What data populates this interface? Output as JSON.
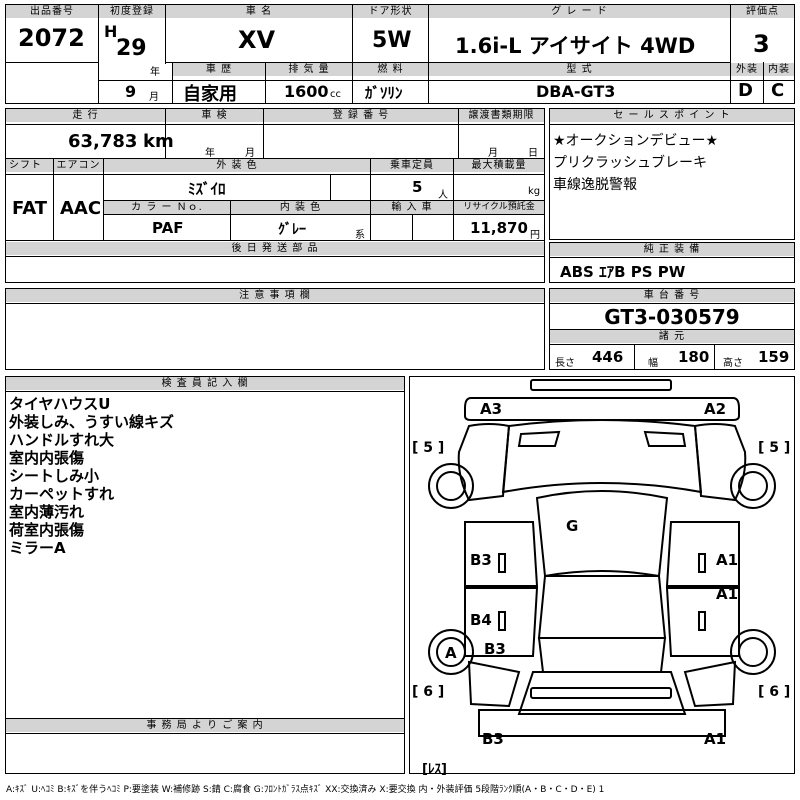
{
  "header": {
    "lot_label": "出品番号",
    "lot_no": "2072",
    "first_reg_label": "初度登録",
    "era": "H",
    "year": "29",
    "year_unit": "年",
    "month": "9",
    "month_unit": "月",
    "car_name_label": "車 名",
    "car_name": "XV",
    "door_label": "ドア形状",
    "door": "5W",
    "grade_label": "グ レ ー ド",
    "grade": "1.6i-L アイサイト 4WD",
    "score_label": "評価点",
    "score": "3",
    "history_label": "車 歴",
    "history": "自家用",
    "disp_label": "排 気 量",
    "disp": "1600",
    "disp_unit": "cc",
    "fuel_label": "燃 料",
    "fuel": "ｶﾞｿﾘﾝ",
    "model_label": "型 式",
    "model": "DBA-GT3",
    "ext_label": "外装",
    "ext": "D",
    "int_label": "内装",
    "int": "C"
  },
  "row2": {
    "mileage_label": "走 行",
    "mileage": "63,783",
    "mileage_unit": "km",
    "inspection_label": "車 検",
    "insp_year": "年",
    "insp_month": "月",
    "reg_label": "登 録 番 号",
    "transfer_label": "譲渡書類期限",
    "transfer_month": "月",
    "transfer_day": "日",
    "shift_label": "シフト",
    "shift": "FAT",
    "ac_label": "エアコン",
    "ac": "AAC",
    "ext_color_label": "外 装 色",
    "ext_color": "ﾐｽﾞｲﾛ",
    "seats_label": "乗車定員",
    "seats": "5",
    "seats_unit": "人",
    "load_label": "最大積載量",
    "load_unit": "kg",
    "color_no_label": "カ ラ ー Ｎｏ.",
    "color_no": "PAF",
    "int_color_label": "内 装 色",
    "int_color": "ｸﾞﾚｰ",
    "int_color_unit": "系",
    "import_label": "輸 入 車",
    "recycle_label": "リサイクル預託金",
    "recycle": "11,870",
    "recycle_unit": "円",
    "later_label": "後 日 発 送 部 品"
  },
  "sales": {
    "label": "セ ー ル ス ポ イ ン ト",
    "lines": [
      "★オークションデビュー★",
      "プリクラッシュブレーキ",
      "車線逸脱警報"
    ]
  },
  "equipment": {
    "label": "純 正 装 備",
    "value": "ABS ｴｱB PS PW"
  },
  "notes": {
    "label": "注 意 事 項 欄"
  },
  "chassis": {
    "label": "車 台 番 号",
    "value": "GT3-030579",
    "spec_label": "諸 元",
    "len_label": "長さ",
    "len": "446",
    "width_label": "幅",
    "width": "180",
    "height_label": "高さ",
    "height": "159"
  },
  "inspector": {
    "label": "検 査 員 記 入 欄",
    "lines": [
      "タイヤハウスU",
      "外装しみ、うすい線キズ",
      "ハンドルすれ大",
      "室内内張傷",
      "シートしみ小",
      "カーペットすれ",
      "室内薄汚れ",
      "荷室内張傷",
      "ミラーA"
    ]
  },
  "office": {
    "label": "事 務 局 よ り ご 案 内"
  },
  "legend": "A:ｷｽﾞ U:ﾍｺﾐ B:ｷｽﾞを伴うﾍｺﾐ P:要塗装 W:補修跡 S:錆 C:腐食 G:ﾌﾛﾝﾄｶﾞﾗｽ点ｷｽﾞ XX:交換済み X:要交換 内・外装評価 5段階ﾗﾝｸ順(A・B・C・D・E) 1",
  "diagram": {
    "marks": {
      "a3": "A3",
      "a2": "A2",
      "g": "G",
      "b3_left": "B3",
      "a1_right": "A1",
      "a1_right2": "A1",
      "b4": "B4",
      "b3_left2": "B3",
      "a_wheel": "A",
      "b3_rear": "B3",
      "a1_rear": "A1"
    },
    "tire_fl": "[ 5 ]",
    "tire_fr": "[ 5 ]",
    "tire_rl": "[ 6 ]",
    "tire_rr": "[ 6 ]",
    "spare": "[ﾚｽ]"
  }
}
